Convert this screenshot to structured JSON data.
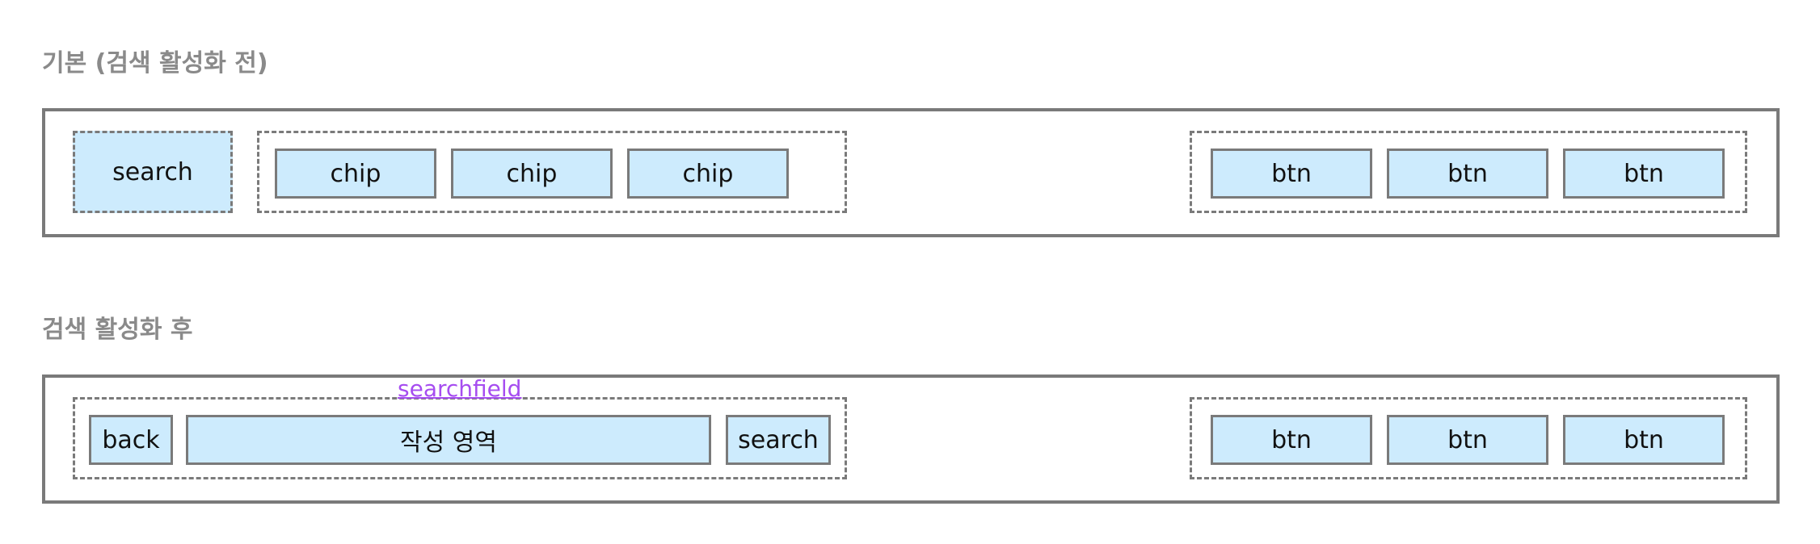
{
  "sections": {
    "before": {
      "title": "기본 (검색 활성화 전)",
      "search_label": "search",
      "chips": [
        "chip",
        "chip",
        "chip"
      ],
      "buttons": [
        "btn",
        "btn",
        "btn"
      ]
    },
    "after": {
      "title": "검색 활성화 후",
      "group_label": "searchfield",
      "back_label": "back",
      "compose_label": "작성 영역",
      "search_label": "search",
      "buttons": [
        "btn",
        "btn",
        "btn"
      ]
    }
  },
  "colors": {
    "box_fill": "#cdebfd",
    "border": "#7a7a7a",
    "title": "#8a8a8a",
    "group_label": "#a64df0"
  }
}
